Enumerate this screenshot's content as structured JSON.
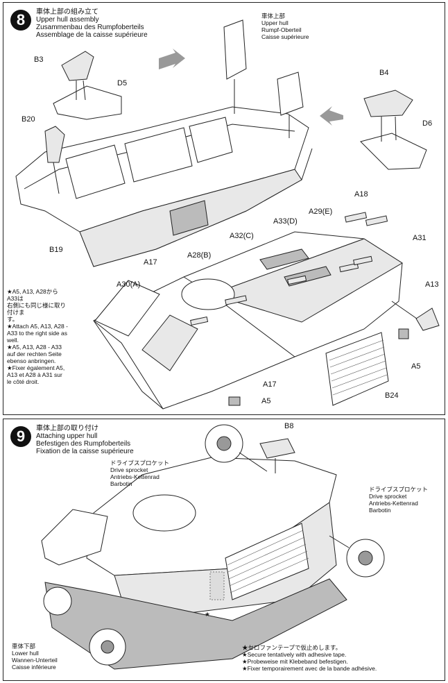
{
  "step8": {
    "number": "8",
    "title_jp": "車体上部の組み立て",
    "title_en": "Upper hull assembly",
    "title_de": "Zusammenbau des Rumpfoberteils",
    "title_fr": "Assemblage de la caisse supérieure",
    "callout": {
      "jp": "車体上部",
      "en": "Upper hull",
      "de": "Rumpf-Oberteil",
      "fr": "Caisse supérieure"
    },
    "parts": {
      "b3": "B3",
      "d5": "D5",
      "b20": "B20",
      "b19": "B19",
      "b4": "B4",
      "d6": "D6",
      "a18": "A18",
      "a29": "A29(E)",
      "a33": "A33(D)",
      "a31": "A31",
      "a32": "A32(C)",
      "a28": "A28(B)",
      "a17_top": "A17",
      "a30": "A30(A)",
      "a13": "A13",
      "a5_right": "A5",
      "a17_bottom": "A17",
      "a5_bottom": "A5",
      "b24": "B24"
    },
    "note": {
      "jp1": "★A5, A13, A28からA33は",
      "jp2": "右側にも同じ様に取り付けま",
      "jp3": "す。",
      "en": "★Attach A5, A13, A28 - A33 to the right side as well.",
      "de": "★A5, A13, A28 - A33 auf der rechten Seite ebenso anbringen.",
      "fr": "★Fixer également A5, A13 et A28 à A31 sur le côté droit."
    }
  },
  "step9": {
    "number": "9",
    "title_jp": "車体上部の取り付け",
    "title_en": "Attaching upper hull",
    "title_de": "Befestigen des Rumpfoberteils",
    "title_fr": "Fixation de la caisse supérieure",
    "b8": "B8",
    "sprocket_left": {
      "jp": "ドライブスプロケット",
      "en": "Drive sprocket",
      "de": "Antriebs-Kettenrad",
      "fr": "Barbotin"
    },
    "sprocket_right": {
      "jp": "ドライブスプロケット",
      "en": "Drive sprocket",
      "de": "Antriebs-Kettenrad",
      "fr": "Barbotin"
    },
    "lower_hull": {
      "jp": "車体下部",
      "en": "Lower hull",
      "de": "Wannen-Unterteil",
      "fr": "Caisse inférieure"
    },
    "tape_note": {
      "jp": "★セロファンテープで仮止めします。",
      "en": "★Secure tentatively with adhesive tape.",
      "de": "★Probeweise mit Klebeband befestigen.",
      "fr": "★Fixer temporairement avec de la bande adhésive."
    }
  }
}
